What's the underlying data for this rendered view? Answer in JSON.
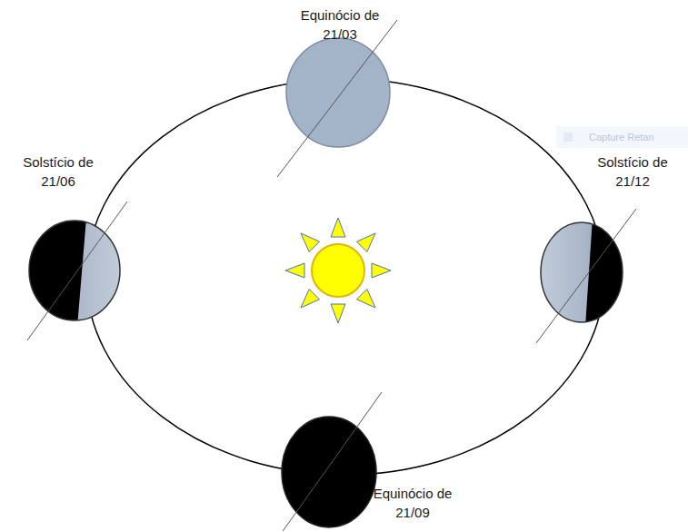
{
  "diagram": {
    "labels": [
      "Equinócio de 21/03",
      "Solstício de 21/06",
      "Solstício de 21/12",
      "Equinócio de 21/09",
      "Capture Retan"
    ]
  }
}
